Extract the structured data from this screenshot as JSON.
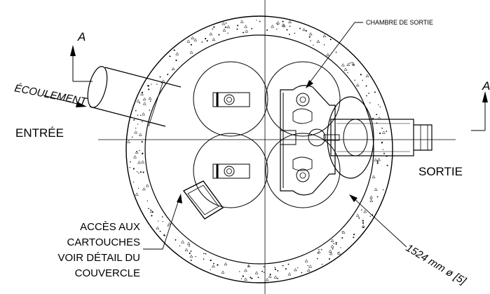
{
  "labels": {
    "section_left": "A",
    "section_right": "A",
    "flow": "ÉCOULEMENT",
    "inlet": "ENTRÉE",
    "outlet": "SORTIE",
    "outlet_chamber": "CHAMBRE DE SORTIE",
    "access_line1": "ACCÈS AUX",
    "access_line2": "CARTOUCHES",
    "access_line3": "VOIR DÉTAIL DU",
    "access_line4": "COUVERCLE",
    "diameter": "1524 mm ø [5]"
  },
  "colors": {
    "line": "#000000",
    "concrete_fill": "#ffffff"
  }
}
